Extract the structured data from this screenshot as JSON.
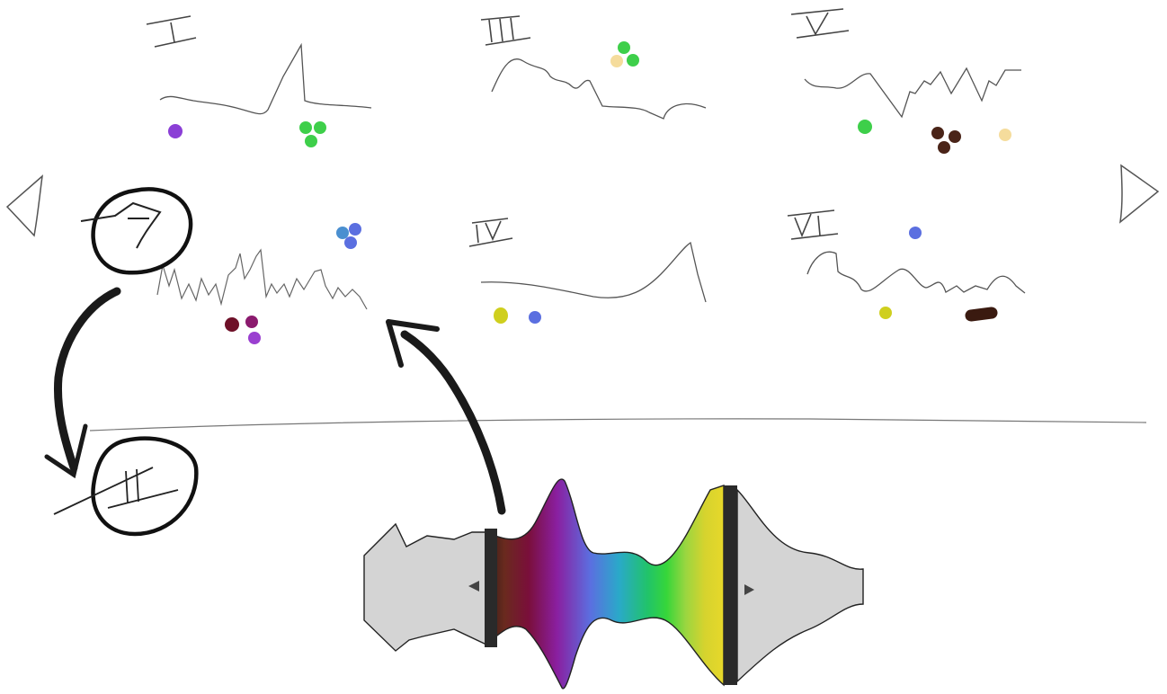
{
  "panels": [
    {
      "numeral": "I",
      "dots": [
        "#8b3fd6",
        "#3ecf4a",
        "#3ecf4a",
        "#3ecf4a"
      ]
    },
    {
      "numeral": "III",
      "dots": [
        "#3ecf4a",
        "#f5dc9c",
        "#3ecf4a"
      ]
    },
    {
      "numeral": "V",
      "dots": [
        "#3ecf4a",
        "#4a2418",
        "#4a2418",
        "#4a2418",
        "#f5dc9c"
      ]
    },
    {
      "numeral": "",
      "dots": [
        "#4a8fd0",
        "#5b6fe0",
        "#5b6fe0",
        "#6e1028",
        "#8b1a6e",
        "#9a3fd0"
      ]
    },
    {
      "numeral": "IV",
      "dots": [
        "#cfcf1e",
        "#5b6fe0"
      ]
    },
    {
      "numeral": "VI",
      "dots": [
        "#5b6fe0",
        "#cfcf1e",
        "#3a1a10"
      ]
    }
  ],
  "circled_labels": [
    "7",
    "II"
  ],
  "nav": {
    "prev_icon": "triangle-left-icon",
    "next_icon": "triangle-right-icon"
  },
  "color_bar": {
    "gradient": [
      "#2b1d18",
      "#6a2a1e",
      "#7a0f3a",
      "#8a1fa0",
      "#5b6fe0",
      "#2aa9c9",
      "#21c36a",
      "#36d63a",
      "#9ad640",
      "#d6d32e",
      "#e7d82a"
    ],
    "fill_color": "#d4d4d4",
    "handle_color": "#2a2a2a"
  }
}
